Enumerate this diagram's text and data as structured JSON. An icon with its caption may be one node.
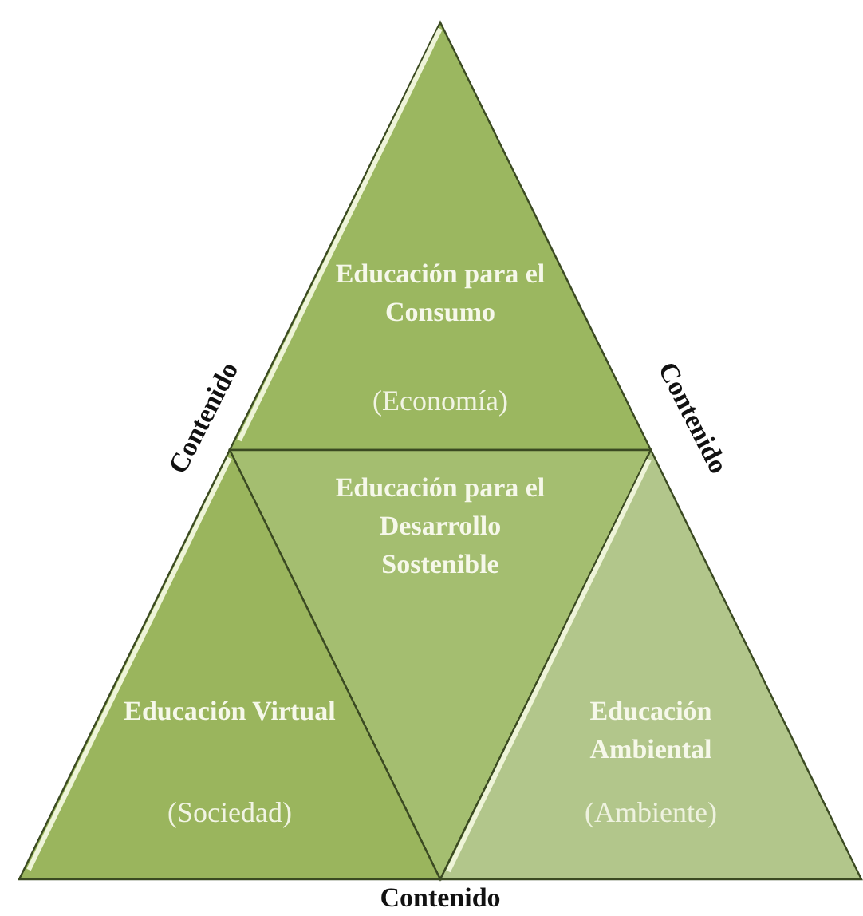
{
  "diagram": {
    "nodes": [
      {
        "text": [
          "Educación para el Consumo",
          "(Economía)"
        ]
      },
      {
        "text": [
          "Educación para el Desarrollo Sostenible"
        ]
      },
      {
        "text": [
          "Educación Virtual",
          "(Sociedad)"
        ]
      },
      {
        "text": [
          "Educación Ambiental",
          "(Ambiente)"
        ]
      }
    ],
    "labels": [
      "Contenido",
      "Contenido",
      "Contenido"
    ]
  }
}
